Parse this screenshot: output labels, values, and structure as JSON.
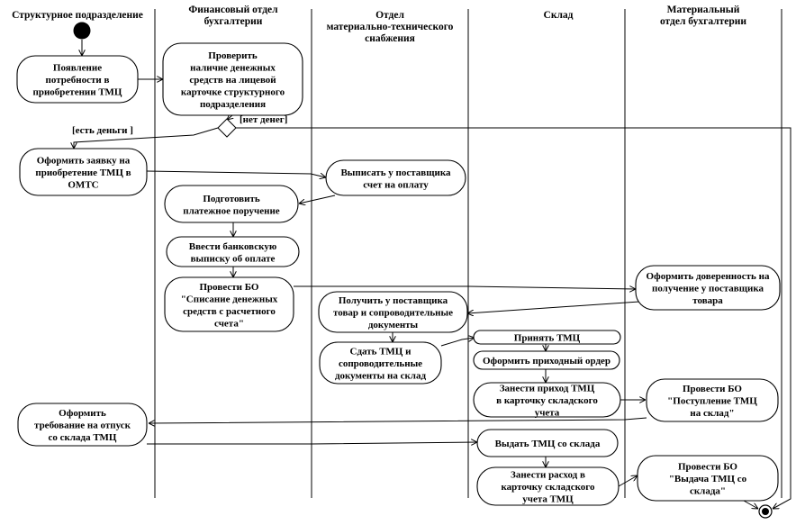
{
  "lanes": [
    {
      "id": "struct",
      "title": [
        "Структурное подразделение"
      ]
    },
    {
      "id": "fin",
      "title": [
        "Финансовый отдел",
        "бухгалтерии"
      ]
    },
    {
      "id": "omts",
      "title": [
        "Отдел",
        "материально-технического",
        "снабжения"
      ]
    },
    {
      "id": "sklad",
      "title": [
        "Склад"
      ]
    },
    {
      "id": "mat",
      "title": [
        "Материальный",
        "отдел бухгалтерии"
      ]
    }
  ],
  "activities": [
    {
      "id": "a1",
      "lines": [
        "Появление",
        "потребности в",
        "приобретении ТМЦ"
      ]
    },
    {
      "id": "a2",
      "lines": [
        "Проверить",
        "наличие денежных",
        "средств на лицевой",
        "карточке структурного",
        "подразделения"
      ]
    },
    {
      "id": "a3",
      "lines": [
        "Оформить заявку  на",
        "приобретение ТМЦ  в",
        "ОМТС"
      ]
    },
    {
      "id": "a4",
      "lines": [
        "Выписать у поставщика",
        "счет на оплату"
      ]
    },
    {
      "id": "a5",
      "lines": [
        "Подготовить",
        "платежное поручение"
      ]
    },
    {
      "id": "a6",
      "lines": [
        "Ввести  банковскую",
        "выписку об оплате"
      ]
    },
    {
      "id": "a7",
      "lines": [
        "Провести БО",
        "\"Списание денежных",
        "средств с расчетного",
        "счета\""
      ]
    },
    {
      "id": "a8",
      "lines": [
        "Оформить  доверенность на",
        "получение  у поставщика",
        "товара"
      ]
    },
    {
      "id": "a9",
      "lines": [
        "Получить у поставщика",
        "товар и сопроводительные",
        "документы"
      ]
    },
    {
      "id": "a10",
      "lines": [
        "Сдать ТМЦ  и",
        "сопроводительные",
        "документы на склад"
      ]
    },
    {
      "id": "a11",
      "lines": [
        "Принять ТМЦ"
      ]
    },
    {
      "id": "a12",
      "lines": [
        "Оформить приходный ордер"
      ]
    },
    {
      "id": "a13",
      "lines": [
        "Занести приход ТМЦ",
        "в карточку складского",
        "учета"
      ]
    },
    {
      "id": "a14",
      "lines": [
        "Провести  БО",
        "\"Поступление ТМЦ",
        "на склад\""
      ]
    },
    {
      "id": "a15",
      "lines": [
        "Оформить",
        "требование на отпуск",
        "со склада ТМЦ"
      ]
    },
    {
      "id": "a16",
      "lines": [
        "Выдать ТМЦ со склада"
      ]
    },
    {
      "id": "a17",
      "lines": [
        "Занести расход  в",
        "карточку складского",
        "учета ТМЦ"
      ]
    },
    {
      "id": "a18",
      "lines": [
        "Провести БО",
        "\"Выдача ТМЦ  со",
        "склада\""
      ]
    }
  ],
  "guards": [
    {
      "id": "g_yes",
      "text": "[есть деньги ]"
    },
    {
      "id": "g_no",
      "text": "[нет денег]"
    }
  ]
}
